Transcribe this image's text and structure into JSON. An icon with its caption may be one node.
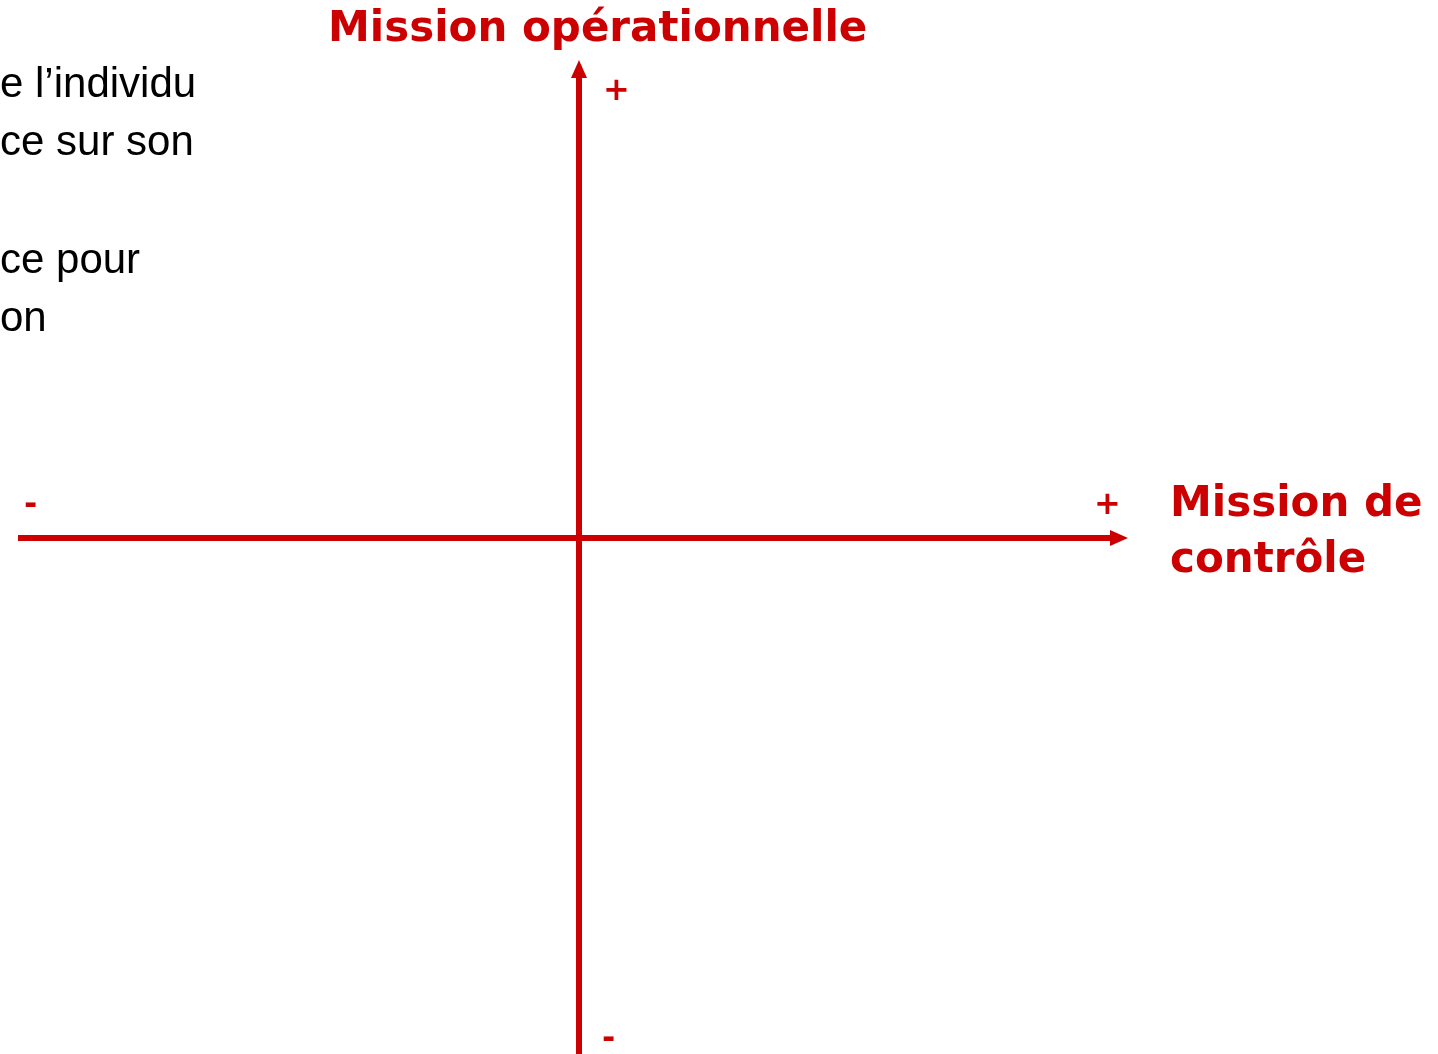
{
  "diagram": {
    "labels": [
      "Mission opérationnelle",
      "e l’individu",
      "ce sur son",
      "ce pour",
      "on",
      "+",
      "-",
      "+",
      "Mission de contrôle",
      "-"
    ]
  }
}
